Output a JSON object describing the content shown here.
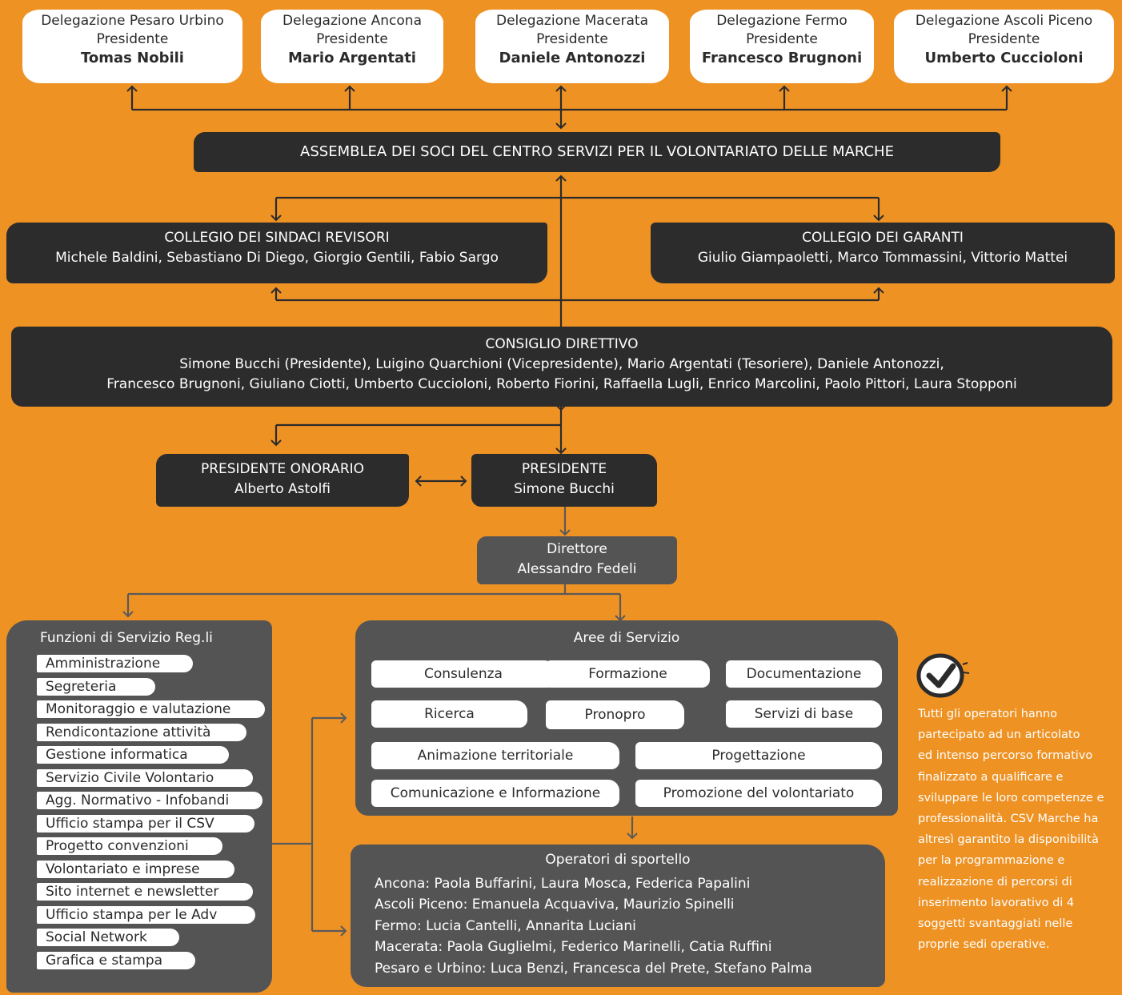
{
  "delegations": [
    {
      "name": "Delegazione Pesaro Urbino",
      "role": "Presidente",
      "person": "Tomas Nobili"
    },
    {
      "name": "Delegazione Ancona",
      "role": "Presidente",
      "person": "Mario Argentati"
    },
    {
      "name": "Delegazione Macerata",
      "role": "Presidente",
      "person": "Daniele Antonozzi"
    },
    {
      "name": "Delegazione Fermo",
      "role": "Presidente",
      "person": "Francesco Brugnoni"
    },
    {
      "name": "Delegazione Ascoli Piceno",
      "role": "Presidente",
      "person": "Umberto Cuccioloni"
    }
  ],
  "assembly": {
    "title": "ASSEMBLEA DEI SOCI DEL CENTRO SERVIZI PER IL VOLONTARIATO DELLE MARCHE"
  },
  "revisori": {
    "title": "COLLEGIO DEI SINDACI REVISORI",
    "members": "Michele Baldini, Sebastiano Di Diego, Giorgio Gentili, Fabio Sargo"
  },
  "garanti": {
    "title": "COLLEGIO DEI GARANTI",
    "members": "Giulio Giampaoletti, Marco Tommassini, Vittorio Mattei"
  },
  "consiglio": {
    "title": "CONSIGLIO DIRETTIVO",
    "line1": "Simone Bucchi (Presidente), Luigino Quarchioni (Vicepresidente), Mario Argentati (Tesoriere), Daniele Antonozzi,",
    "line2": "Francesco Brugnoni, Giuliano Ciotti, Umberto Cuccioloni, Roberto Fiorini, Raffaella Lugli, Enrico Marcolini, Paolo Pittori, Laura Stopponi"
  },
  "honorary": {
    "title": "PRESIDENTE ONORARIO",
    "person": "Alberto Astolfi"
  },
  "president": {
    "title": "PRESIDENTE",
    "person": "Simone Bucchi"
  },
  "director": {
    "title": "Direttore",
    "person": "Alessandro Fedeli"
  },
  "functions": {
    "title": "Funzioni di Servizio Reg.li",
    "items": [
      "Amministrazione",
      "Segreteria",
      "Monitoraggio e valutazione",
      "Rendicontazione attività",
      "Gestione informatica",
      "Servizio Civile Volontario",
      "Agg. Normativo - Infobandi",
      "Ufficio stampa per il CSV",
      "Progetto convenzioni",
      "Volontariato e imprese",
      "Sito internet e newsletter",
      "Ufficio stampa per le Adv",
      "Social Network",
      "Grafica e stampa"
    ]
  },
  "areas": {
    "title": "Aree di Servizio",
    "items": [
      "Consulenza",
      "Formazione",
      "Documentazione",
      "Ricerca",
      "Pronopro",
      "Servizi di base",
      "Animazione territoriale",
      "Progettazione",
      "Comunicazione e Informazione",
      "Promozione del volontariato"
    ]
  },
  "operators": {
    "title": "Operatori di sportello",
    "lines": [
      "Ancona: Paola Buffarini, Laura Mosca, Federica Papalini",
      "Ascoli Piceno: Emanuela Acquaviva, Maurizio Spinelli",
      "Fermo: Lucia Cantelli, Annarita Luciani",
      "Macerata: Paola Guglielmi, Federico Marinelli, Catia Ruffini",
      "Pesaro e Urbino: Luca Benzi, Francesca del Prete, Stefano Palma"
    ]
  },
  "note": {
    "icon": "checkmark-circle-icon",
    "lines": [
      "Tutti gli operatori hanno",
      "partecipato ad un articolato",
      "ed intenso percorso formativo",
      "finalizzato a qualificare e",
      "sviluppare le loro competenze e",
      "professionalità. CSV Marche ha",
      "altresì garantito la disponibilità",
      "per la programmazione e",
      "realizzazione di percorsi di",
      "inserimento lavorativo di 4",
      "soggetti svantaggiati nelle",
      "proprie sedi operative."
    ]
  },
  "colors": {
    "background": "#EE9224",
    "dark": "#2c2c2c",
    "grey": "#545454",
    "white": "#ffffff"
  }
}
